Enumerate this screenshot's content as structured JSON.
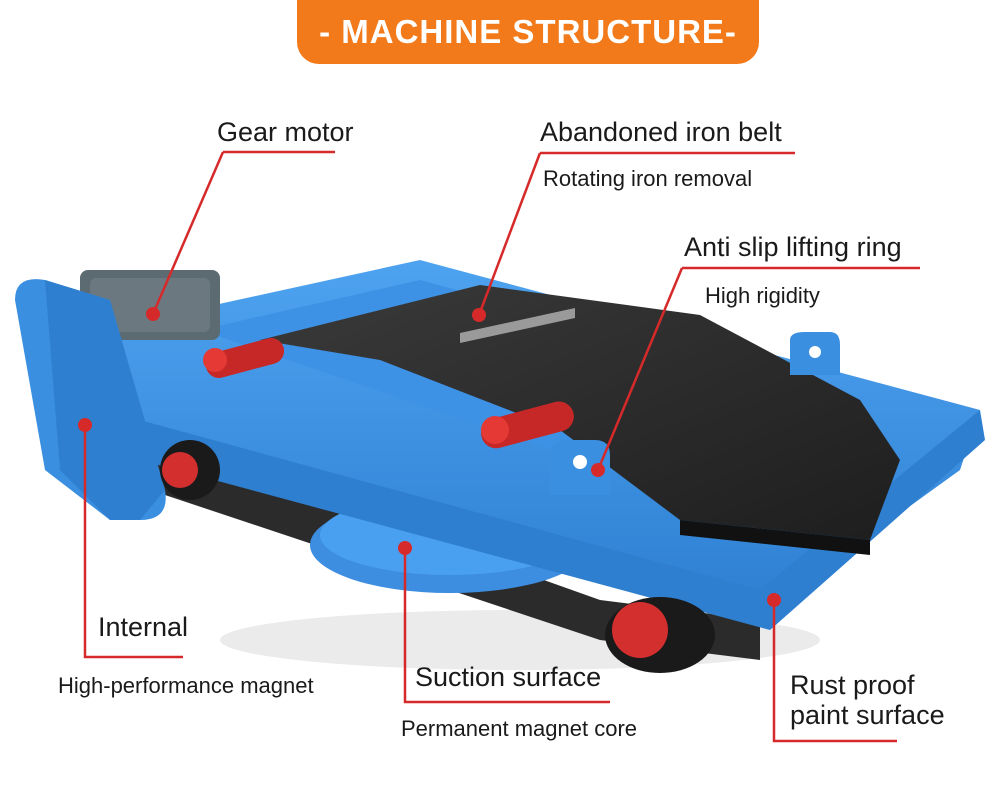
{
  "title": "- MACHINE STRUCTURE-",
  "colors": {
    "accent_orange": "#f27a1a",
    "frame_blue": "#3a8fe0",
    "belt_black": "#2a2a2a",
    "callout_red": "#d62a2a"
  },
  "callouts": {
    "gear_motor": {
      "label": "Gear motor"
    },
    "belt": {
      "label": "Abandoned iron belt",
      "sublabel": "Rotating iron removal"
    },
    "lifting_ring": {
      "label": "Anti slip lifting ring",
      "sublabel": "High rigidity"
    },
    "internal": {
      "label": "Internal",
      "sublabel": "High-performance magnet"
    },
    "suction": {
      "label": "Suction surface",
      "sublabel": "Permanent magnet core"
    },
    "rust": {
      "label_line1": "Rust proof",
      "label_line2": "paint surface"
    }
  }
}
